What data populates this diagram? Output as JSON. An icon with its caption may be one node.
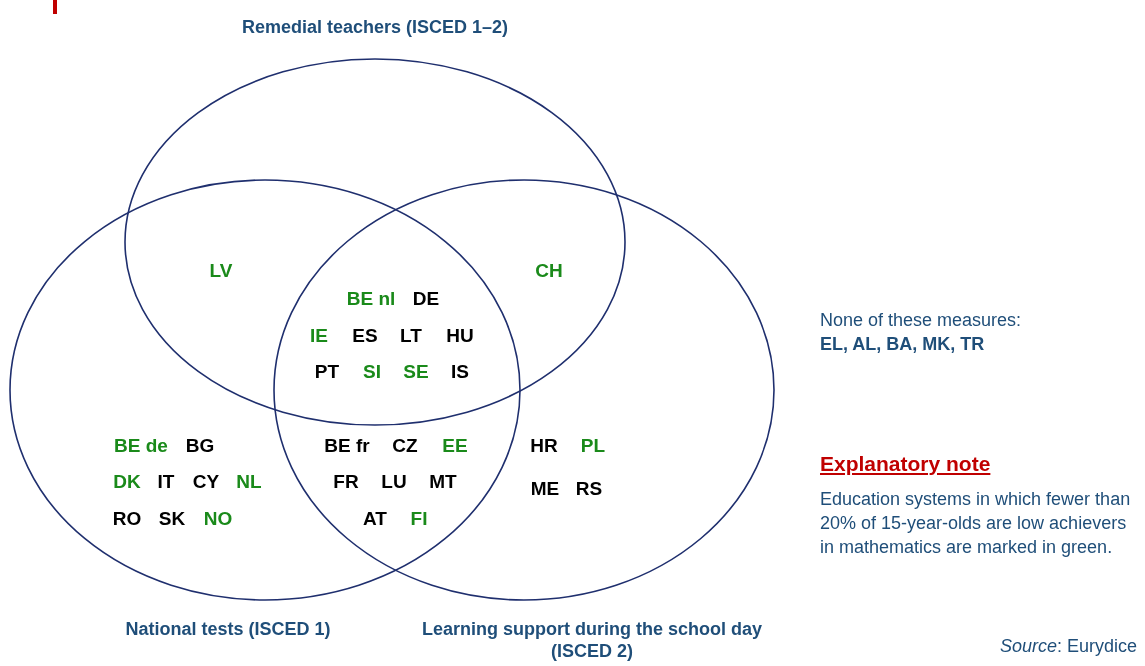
{
  "diagram": {
    "nodes": [
      {
        "text": [
          "Remedial teachers (ISCED 1–2)"
        ]
      },
      {
        "text": [
          "National tests (ISCED 1)"
        ]
      },
      {
        "text": [
          "Learning support during the school day (ISCED 2)"
        ]
      }
    ],
    "labels": [
      "LV",
      "CH",
      "BE nl",
      "DE",
      "IE",
      "ES",
      "LT",
      "HU",
      "PT",
      "SI",
      "SE",
      "IS",
      "BE de",
      "BG",
      "DK",
      "IT",
      "CY",
      "NL",
      "RO",
      "SK",
      "NO",
      "BE fr",
      "CZ",
      "EE",
      "FR",
      "LU",
      "MT",
      "AT",
      "FI",
      "HR",
      "PL",
      "ME",
      "RS",
      "None of these measures:",
      "EL, AL, BA, MK, TR",
      "Explanatory note",
      "Education systems in which fewer than 20% of 15-year-olds are low achievers in mathematics are marked in green.",
      "*Source*: Eurydice"
    ]
  }
}
